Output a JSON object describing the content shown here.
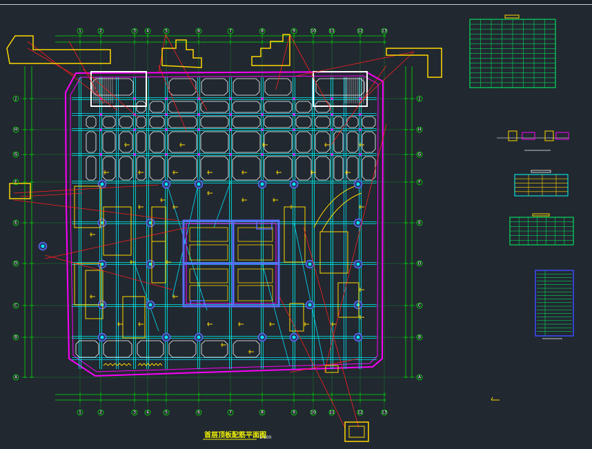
{
  "drawing": {
    "title": "首层顶板配筋平面图",
    "scale": "1:100"
  },
  "grid": {
    "columns": [
      "1",
      "2",
      "3",
      "4",
      "5",
      "6",
      "7",
      "8",
      "9",
      "10",
      "11",
      "12",
      "13"
    ],
    "rows": [
      "A",
      "B",
      "C",
      "D",
      "E",
      "F",
      "G",
      "H",
      "J"
    ]
  },
  "colors": {
    "background": "#212830",
    "grid_line": "#00e000",
    "axis_line": "#ff2020",
    "wall": "#ff00ff",
    "beam": "#00e5ff",
    "slab": "#ffffff",
    "rebar": "#ffd800",
    "column": "#5a6bff",
    "table": "#00ff66"
  }
}
